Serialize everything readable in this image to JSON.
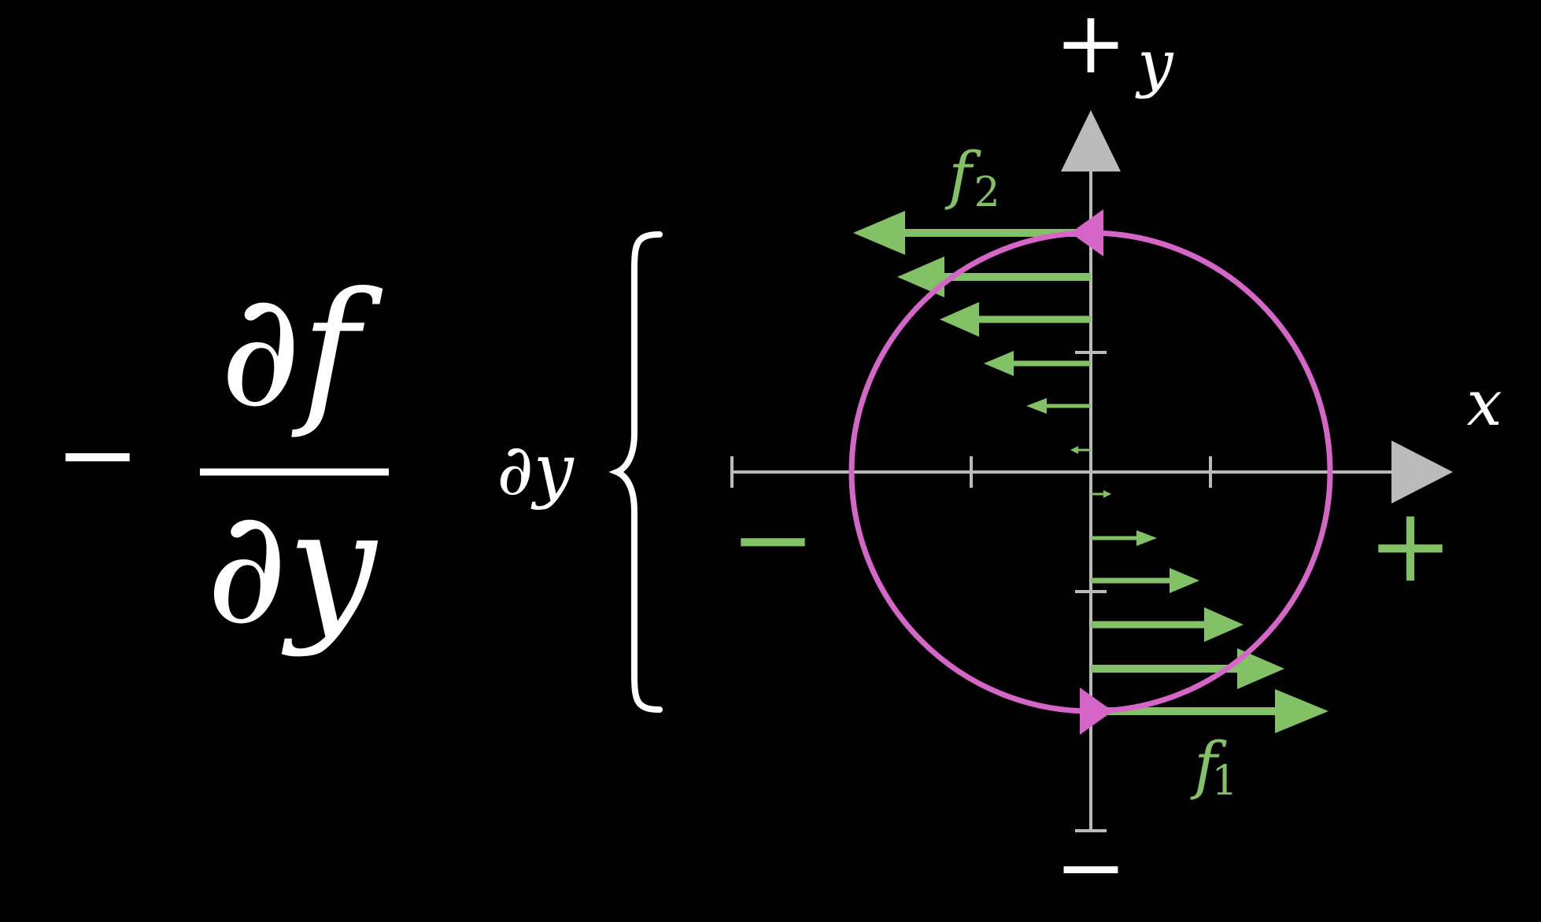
{
  "colors": {
    "background": "#000000",
    "text": "#ffffff",
    "axis": "#bbbbbb",
    "arrow": "#83c167",
    "circle": "#d566c7"
  },
  "formula": {
    "minus": "−",
    "partial_numerator": "∂f",
    "partial_denominator": "∂y"
  },
  "brace_label": "∂y",
  "axes": {
    "x_label": "x",
    "y_label": "y",
    "y_plus": "+",
    "y_minus": "−",
    "x_plus": "+",
    "x_minus": "−"
  },
  "labels": {
    "f1": {
      "base": "f",
      "sub": "1"
    },
    "f2": {
      "base": "f",
      "sub": "2"
    }
  },
  "vector_field": {
    "samples_y": [
      5,
      4,
      3,
      2,
      1,
      0.333,
      -0.333,
      -1,
      -2,
      -3,
      -4,
      -5
    ],
    "unit_y_per_sample": 0.333
  }
}
